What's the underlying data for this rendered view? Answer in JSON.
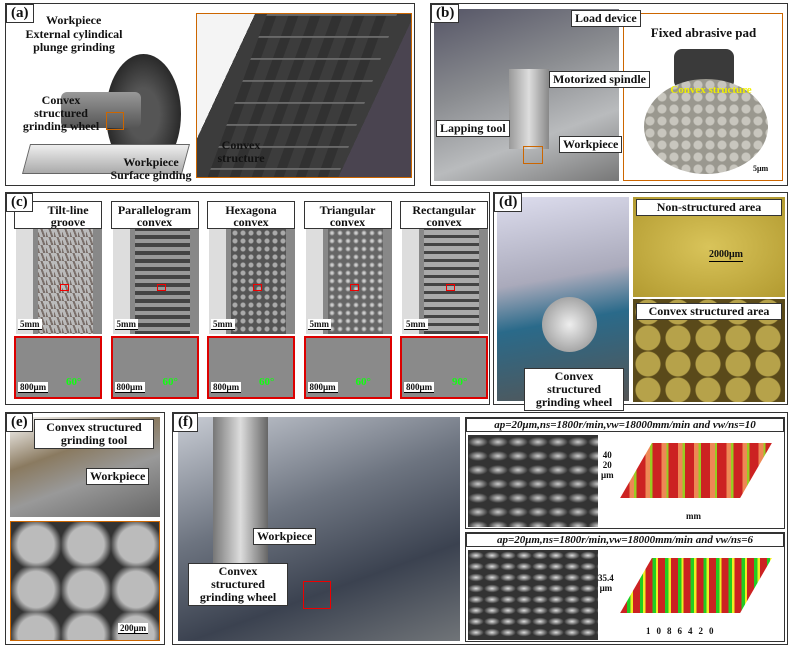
{
  "panel_a": {
    "label": "(a)",
    "workpiece_top": "Workpiece",
    "plunge": "External cylindical plunge grinding",
    "wheel": "Convex structured grinding wheel",
    "workpiece_bottom": "Workpiece",
    "surface": "Surface ginding",
    "convex_structure": "Convex structure"
  },
  "panel_b": {
    "label": "(b)",
    "load": "Load device",
    "spindle": "Motorized spindle",
    "lapping": "Lapping tool",
    "workpiece": "Workpiece",
    "pad_title": "Fixed abrasive pad",
    "convex_structure": "Convex structure",
    "scale": "5μm"
  },
  "panel_c": {
    "label": "(c)",
    "columns": [
      {
        "title": "Tilt-line groove",
        "scale_top": "5mm",
        "scale_bottom": "800μm",
        "angle": "60°"
      },
      {
        "title": "Parallelogram convex",
        "scale_top": "5mm",
        "scale_bottom": "800μm",
        "angle": "60°"
      },
      {
        "title": "Hexagona convex",
        "scale_top": "5mm",
        "scale_bottom": "800μm",
        "angle": "60°"
      },
      {
        "title": "Triangular convex",
        "scale_top": "5mm",
        "scale_bottom": "800μm",
        "angle": "60°"
      },
      {
        "title": "Rectangular convex",
        "scale_top": "5mm",
        "scale_bottom": "800μm",
        "angle": "90°"
      }
    ]
  },
  "panel_d": {
    "label": "(d)",
    "non_structured": "Non-structured area",
    "scale": "2000μm",
    "convex_area": "Convex structured area",
    "wheel": "Convex structured grinding wheel"
  },
  "panel_e": {
    "label": "(e)",
    "tool": "Convex structured grinding tool",
    "workpiece": "Workpiece",
    "scale": "200μm"
  },
  "panel_f": {
    "label": "(f)",
    "workpiece": "Workpiece",
    "wheel": "Convex structured grinding wheel",
    "cond1": "ap=20μm,ns=1800r/min,vw=18000mm/min and vw/ns=10",
    "cond2": "ap=20μm,ns=1800r/min,vw=18000mm/min and vw/ns=6",
    "z1_ticks": [
      "40",
      "20",
      "μm"
    ],
    "z2_ticks": [
      "35.4",
      "μm"
    ],
    "axis_unit": "mm",
    "x_ticks": [
      "0",
      "2",
      "4",
      "6",
      "8",
      "10"
    ]
  }
}
